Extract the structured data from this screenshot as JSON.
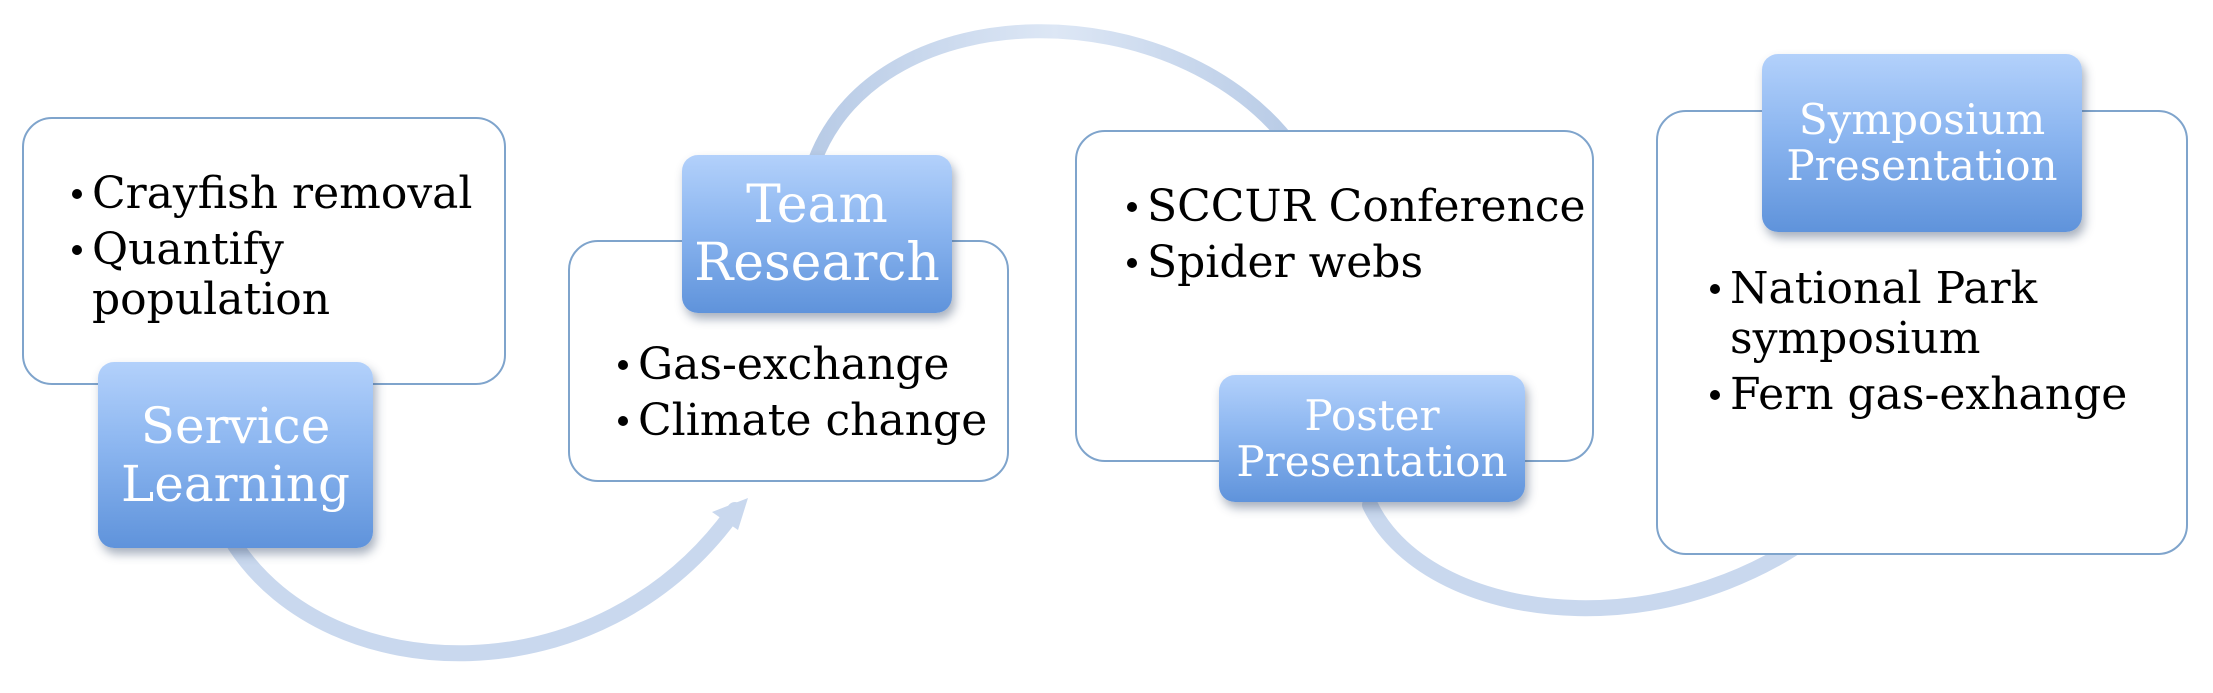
{
  "colors": {
    "card_border": "#7fa4cc",
    "label_top": "#b3d1fb",
    "label_bottom": "#5f93db",
    "label_text": "#ffffff",
    "arrow": "#c9d8ee"
  },
  "stages": [
    {
      "title": "Service Learning",
      "bullets": [
        "Crayfish removal",
        "Quantify population"
      ]
    },
    {
      "title": "Team Research",
      "bullets": [
        "Gas-exchange",
        "Climate change"
      ]
    },
    {
      "title": "Poster Presentation",
      "bullets": [
        "SCCUR Conference",
        "Spider webs"
      ]
    },
    {
      "title": "Symposium Presentation",
      "bullets": [
        "National Park symposium",
        "Fern gas-exhange"
      ]
    }
  ]
}
